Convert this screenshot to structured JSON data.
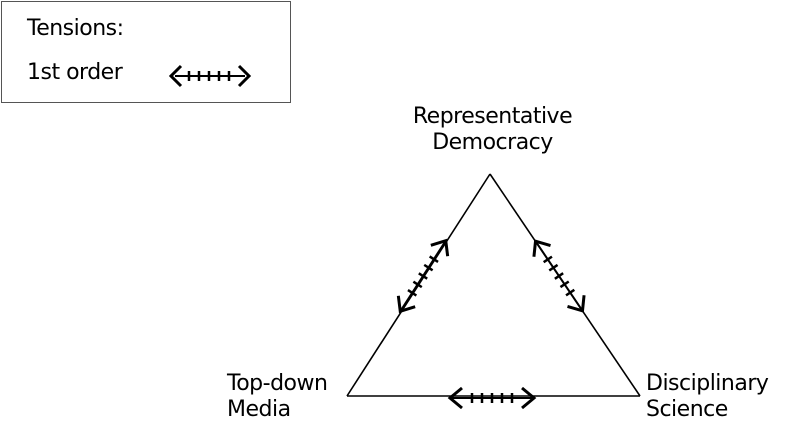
{
  "legend": {
    "title": "Tensions:",
    "items": [
      {
        "label": "1st order",
        "icon": "double-headed-dotted-arrow-icon"
      }
    ]
  },
  "nodes": {
    "top": {
      "line1": "Representative",
      "line2": "Democracy"
    },
    "bottom_left": {
      "line1": "Top-down",
      "line2": "Media"
    },
    "bottom_right": {
      "line1": "Disciplinary",
      "line2": "Science"
    }
  },
  "edges": [
    {
      "from": "top",
      "to": "bottom_left",
      "tension": "1st order"
    },
    {
      "from": "top",
      "to": "bottom_right",
      "tension": "1st order"
    },
    {
      "from": "bottom_left",
      "to": "bottom_right",
      "tension": "1st order"
    }
  ],
  "colors": {
    "line": "#000000",
    "legend_border": "#555555"
  }
}
